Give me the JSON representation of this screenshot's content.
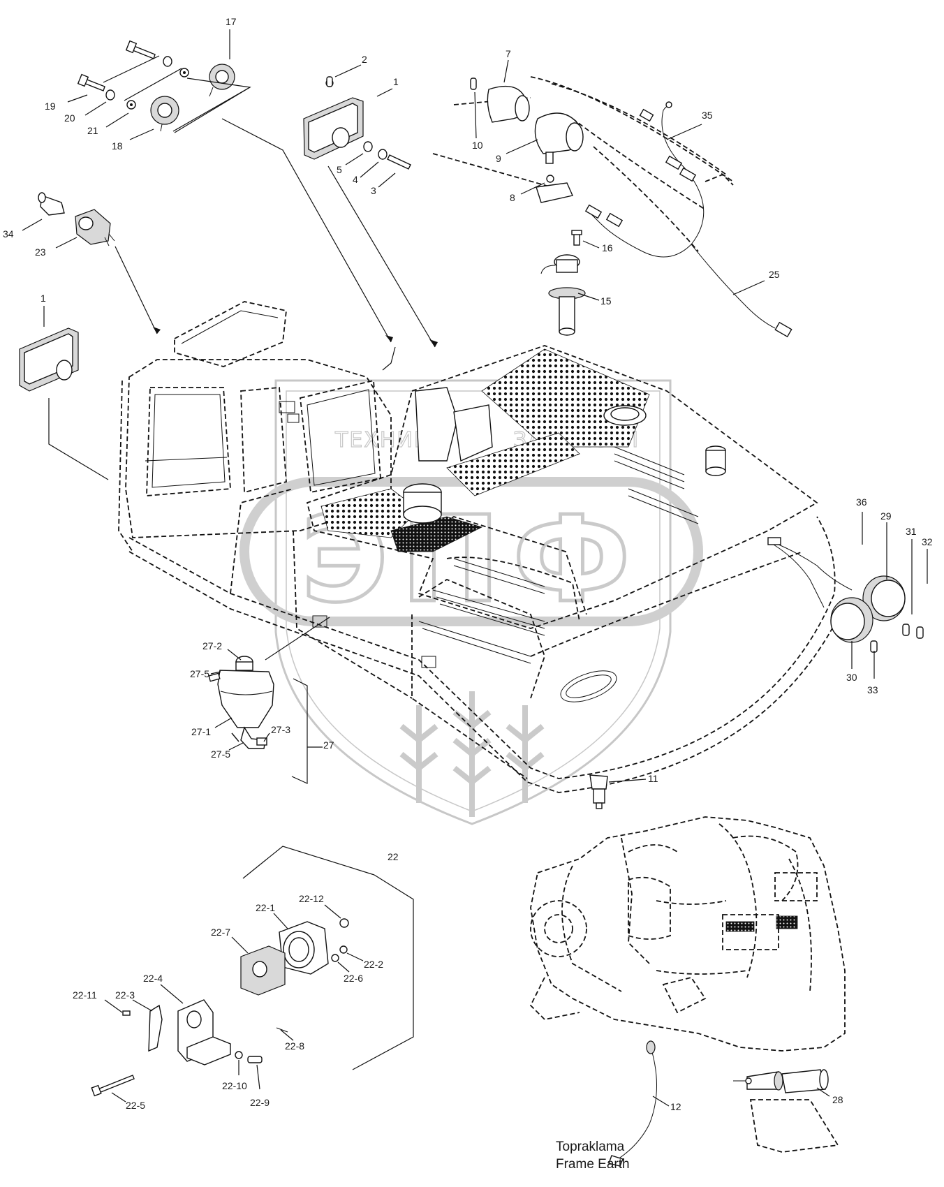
{
  "watermark": {
    "left_word": "ТЕХНИКА",
    "right_word": "ЗАПЧАСТИ",
    "center_letters": "ЭПФ"
  },
  "callouts": [
    {
      "id": "c-17",
      "text": "17"
    },
    {
      "id": "c-2",
      "text": "2"
    },
    {
      "id": "c-1-top",
      "text": "1"
    },
    {
      "id": "c-7",
      "text": "7"
    },
    {
      "id": "c-19",
      "text": "19"
    },
    {
      "id": "c-20",
      "text": "20"
    },
    {
      "id": "c-21",
      "text": "21"
    },
    {
      "id": "c-18",
      "text": "18"
    },
    {
      "id": "c-5",
      "text": "5"
    },
    {
      "id": "c-4",
      "text": "4"
    },
    {
      "id": "c-3",
      "text": "3"
    },
    {
      "id": "c-10",
      "text": "10"
    },
    {
      "id": "c-9",
      "text": "9"
    },
    {
      "id": "c-8",
      "text": "8"
    },
    {
      "id": "c-35",
      "text": "35"
    },
    {
      "id": "c-34",
      "text": "34"
    },
    {
      "id": "c-23",
      "text": "23"
    },
    {
      "id": "c-16",
      "text": "16"
    },
    {
      "id": "c-15",
      "text": "15"
    },
    {
      "id": "c-25",
      "text": "25"
    },
    {
      "id": "c-1-left",
      "text": "1"
    },
    {
      "id": "c-36",
      "text": "36"
    },
    {
      "id": "c-29",
      "text": "29"
    },
    {
      "id": "c-31",
      "text": "31"
    },
    {
      "id": "c-32",
      "text": "32"
    },
    {
      "id": "c-30",
      "text": "30"
    },
    {
      "id": "c-33",
      "text": "33"
    },
    {
      "id": "c-27-2",
      "text": "27-2"
    },
    {
      "id": "c-27-5a",
      "text": "27-5"
    },
    {
      "id": "c-27-1",
      "text": "27-1"
    },
    {
      "id": "c-27-3",
      "text": "27-3"
    },
    {
      "id": "c-27-5b",
      "text": "27-5"
    },
    {
      "id": "c-27",
      "text": "27"
    },
    {
      "id": "c-11",
      "text": "11"
    },
    {
      "id": "c-22",
      "text": "22"
    },
    {
      "id": "c-22-12",
      "text": "22-12"
    },
    {
      "id": "c-22-1",
      "text": "22-1"
    },
    {
      "id": "c-22-2",
      "text": "22-2"
    },
    {
      "id": "c-22-6",
      "text": "22-6"
    },
    {
      "id": "c-22-7",
      "text": "22-7"
    },
    {
      "id": "c-22-4",
      "text": "22-4"
    },
    {
      "id": "c-22-11",
      "text": "22-11"
    },
    {
      "id": "c-22-3",
      "text": "22-3"
    },
    {
      "id": "c-22-8",
      "text": "22-8"
    },
    {
      "id": "c-22-10",
      "text": "22-10"
    },
    {
      "id": "c-22-9",
      "text": "22-9"
    },
    {
      "id": "c-22-5",
      "text": "22-5"
    },
    {
      "id": "c-12",
      "text": "12"
    },
    {
      "id": "c-28",
      "text": "28"
    }
  ],
  "earth_label": {
    "line1": "Topraklama",
    "line2": "Frame Earth"
  }
}
